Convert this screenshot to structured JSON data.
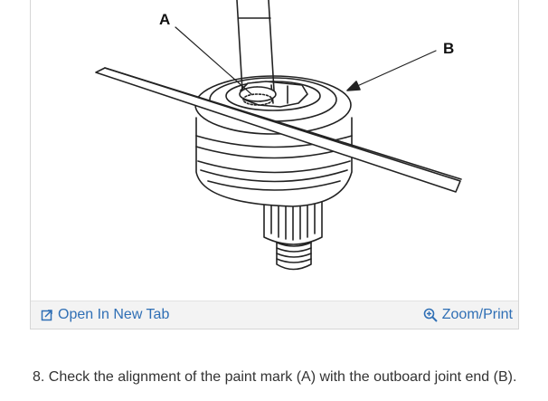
{
  "figure": {
    "callouts": {
      "a": "A",
      "b": "B"
    }
  },
  "toolbar": {
    "open_tab_label": "Open In New Tab",
    "zoom_label": "Zoom/Print",
    "link_color": "#2f6fb5"
  },
  "caption": {
    "text": "8. Check the alignment of the paint mark (A) with the outboard joint end (B)."
  },
  "icons": {
    "open_tab": "external-link-icon",
    "zoom": "magnifier-plus-icon"
  }
}
